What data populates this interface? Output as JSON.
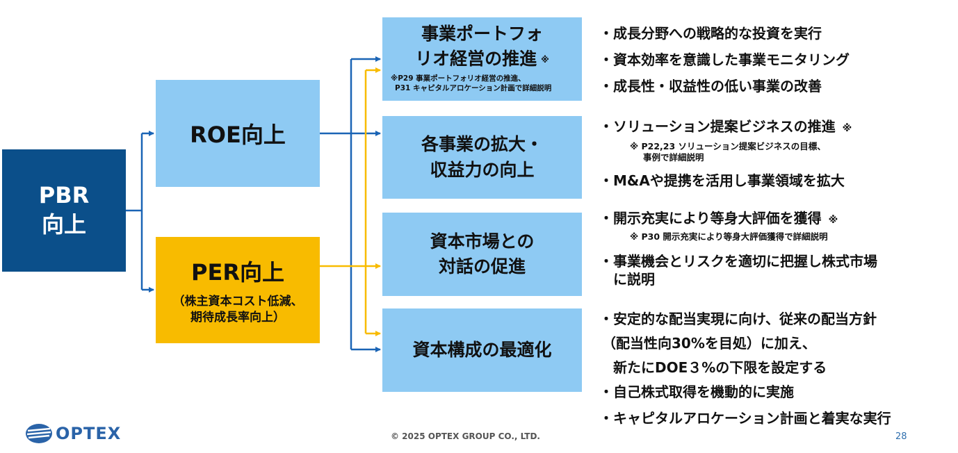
{
  "pbr": {
    "line1": "PBR",
    "line2": "向上"
  },
  "roe": {
    "label": "ROE向上"
  },
  "per": {
    "label": "PER向上",
    "sub1": "（株主資本コスト低減、",
    "sub2": "期待成長率向上）"
  },
  "boxes": [
    {
      "line1": "事業ポートフォ",
      "line2": "リオ経営の推進",
      "mark": "※",
      "note1": "※P29 事業ポートフォリオ経営の推進、",
      "note2": "P31 キャピタルアロケーション計画で詳細説明"
    },
    {
      "line1": "各事業の拡大・",
      "line2": "収益力の向上"
    },
    {
      "line1": "資本市場との",
      "line2": "対話の促進"
    },
    {
      "line1": "資本構成の最適化"
    }
  ],
  "bullets": {
    "b1": "・成長分野への戦略的な投資を実行",
    "b2": "・資本効率を意識した事業モニタリング",
    "b3": "・成長性・収益性の低い事業の改善",
    "b4": "・ソリューション提案ビジネスの推進",
    "b4_mark": "※",
    "b4_note1": "※ P22,23 ソリューション提案ビジネスの目標、",
    "b4_note2": "事例で詳細説明",
    "b5": "・M&Aや提携を活用し事業領域を拡大",
    "b6": "・開示充実により等身大評価を獲得",
    "b6_mark": "※",
    "b6_note": "※ P30 開示充実により等身大評価獲得で詳細説明",
    "b7_line1": "・事業機会とリスクを適切に把握し株式市場",
    "b7_line2": "に説明",
    "b8_line1": "・安定的な配当実現に向け、従来の配当方針",
    "b8_line2": "（配当性向30%を目処）に加え、",
    "b8_line3": "新たにDOE３%の下限を設定する",
    "b9": "・自己株式取得を機動的に実施",
    "b10": "・キャピタルアロケーション計画と着実な実行"
  },
  "footer": {
    "copyright": "© 2025 OPTEX GROUP CO., LTD.",
    "page": "28",
    "logo": "OPTEX"
  },
  "colors": {
    "pbr": "#0b4f8a",
    "roe": "#8ecaf3",
    "per": "#f8bb00",
    "blue_arrow": "#1a64b5",
    "gold_arrow": "#f8bb00"
  }
}
